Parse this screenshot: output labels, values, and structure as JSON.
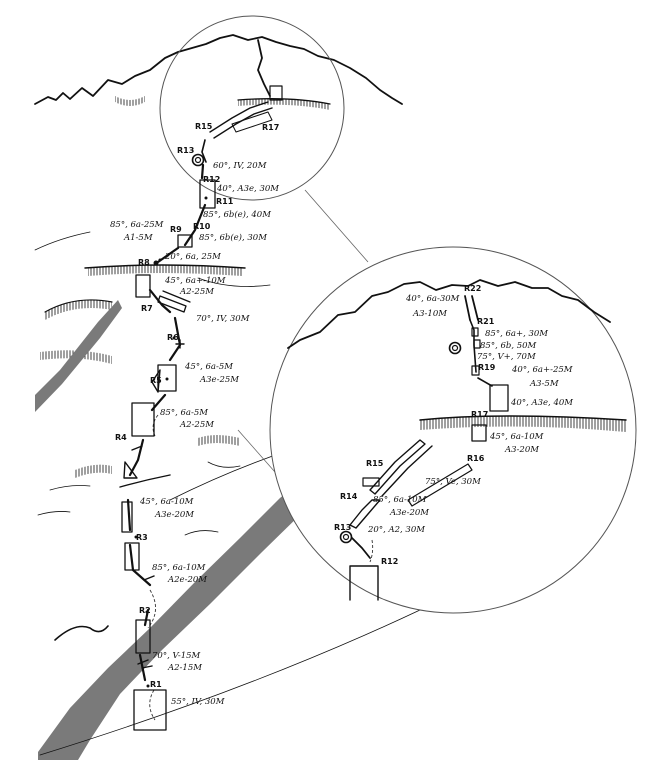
{
  "main_topo": {
    "labels": [
      {
        "id": "R15",
        "text": "R15"
      },
      {
        "id": "R17",
        "text": "R17"
      },
      {
        "id": "R13",
        "text": "R13"
      },
      {
        "id": "R12",
        "text": "R12"
      },
      {
        "id": "p13",
        "text": "60°, IV, 20M"
      },
      {
        "id": "p12",
        "text": "40°, A3e, 30M"
      },
      {
        "id": "R11",
        "text": "R11"
      },
      {
        "id": "p11",
        "text": "85°, 6b(e), 40M"
      },
      {
        "id": "R10",
        "text": "R10"
      },
      {
        "id": "p10",
        "text": "85°, 6b(e), 30M"
      },
      {
        "id": "R9",
        "text": "R9"
      },
      {
        "id": "p9a",
        "text": "85°, 6a-25M"
      },
      {
        "id": "p9b",
        "text": "A1-5M"
      },
      {
        "id": "R8",
        "text": "R8"
      },
      {
        "id": "p8",
        "text": "20°, 6a, 25M"
      },
      {
        "id": "p7a",
        "text": "45°, 6a+-10M"
      },
      {
        "id": "p7b",
        "text": "A2-25M"
      },
      {
        "id": "R7",
        "text": "R7"
      },
      {
        "id": "p6",
        "text": "70°, IV, 30M"
      },
      {
        "id": "R6",
        "text": "R6"
      },
      {
        "id": "p5a",
        "text": "45°, 6a-5M"
      },
      {
        "id": "p5b",
        "text": "A3e-25M"
      },
      {
        "id": "R5",
        "text": "R5"
      },
      {
        "id": "p4a",
        "text": "85°, 6a-5M"
      },
      {
        "id": "p4b",
        "text": "A2-25M"
      },
      {
        "id": "R4",
        "text": "R4"
      },
      {
        "id": "p3a",
        "text": "45°, 6a-10M"
      },
      {
        "id": "p3b",
        "text": "A3e-20M"
      },
      {
        "id": "R3",
        "text": "R3"
      },
      {
        "id": "p2a",
        "text": "85°, 6a-10M"
      },
      {
        "id": "p2b",
        "text": "A2e-20M"
      },
      {
        "id": "R2",
        "text": "R2"
      },
      {
        "id": "p1a",
        "text": "70°, V-15M"
      },
      {
        "id": "p1b",
        "text": "A2-15M"
      },
      {
        "id": "R1",
        "text": "R1"
      },
      {
        "id": "p0",
        "text": "55°, IV, 30M"
      }
    ]
  },
  "detail_topo": {
    "labels": [
      {
        "id": "R22",
        "text": "R22"
      },
      {
        "id": "d22a",
        "text": "40°, 6a-30M"
      },
      {
        "id": "d22b",
        "text": "A3-10M"
      },
      {
        "id": "R21",
        "text": "R21"
      },
      {
        "id": "d21",
        "text": "85°, 6a+, 30M"
      },
      {
        "id": "d20",
        "text": "85°, 6b, 50M"
      },
      {
        "id": "d19",
        "text": "75°, V+, 70M"
      },
      {
        "id": "R19",
        "text": "R19"
      },
      {
        "id": "d18a",
        "text": "40°, 6a+-25M"
      },
      {
        "id": "d18b",
        "text": "A3-5M"
      },
      {
        "id": "d17",
        "text": "40°, A3e, 40M"
      },
      {
        "id": "R17",
        "text": "R17"
      },
      {
        "id": "d16a",
        "text": "45°, 6a-10M"
      },
      {
        "id": "d16b",
        "text": "A3-20M"
      },
      {
        "id": "R16",
        "text": "R16"
      },
      {
        "id": "d15",
        "text": "75°, Ve, 30M"
      },
      {
        "id": "R15",
        "text": "R15"
      },
      {
        "id": "R14",
        "text": "R14"
      },
      {
        "id": "d14a",
        "text": "85°, 6a-10M"
      },
      {
        "id": "d14b",
        "text": "A3e-20M"
      },
      {
        "id": "R13",
        "text": "R13"
      },
      {
        "id": "d13",
        "text": "20°, A2, 30M"
      },
      {
        "id": "R12",
        "text": "R12"
      }
    ]
  }
}
